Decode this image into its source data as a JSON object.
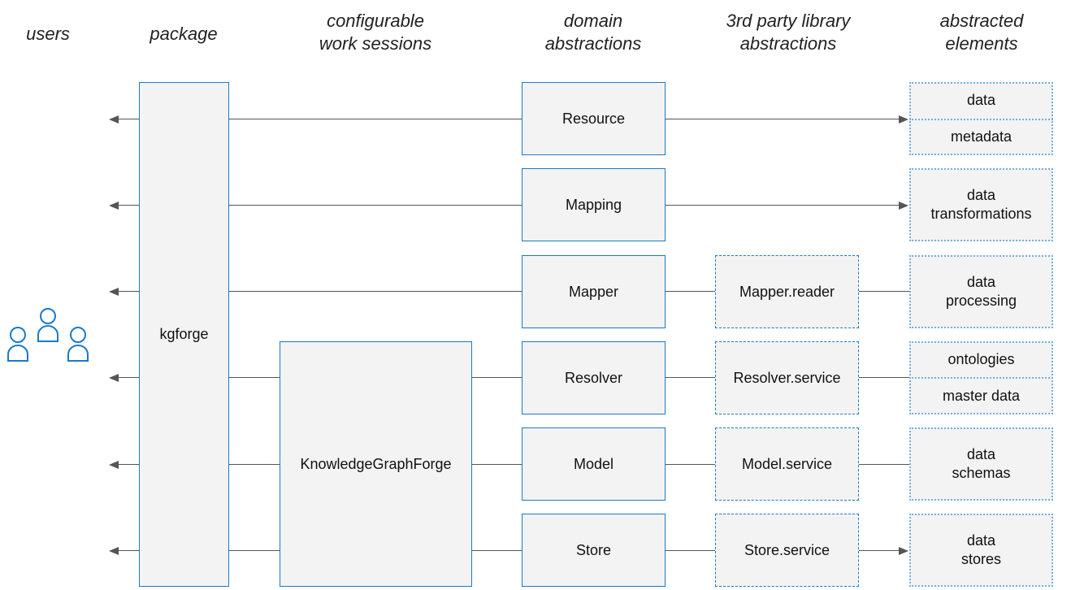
{
  "headers": {
    "users": "users",
    "package": "package",
    "sessions": "configurable\nwork sessions",
    "domain": "domain\nabstractions",
    "library": "3rd party library\nabstractions",
    "elements": "abstracted\nelements"
  },
  "package": {
    "label": "kgforge"
  },
  "session": {
    "label": "KnowledgeGraphForge"
  },
  "domain": {
    "resource": "Resource",
    "mapping": "Mapping",
    "mapper": "Mapper",
    "resolver": "Resolver",
    "model": "Model",
    "store": "Store"
  },
  "library": {
    "mapper_reader": "Mapper.reader",
    "resolver_service": "Resolver.service",
    "model_service": "Model.service",
    "store_service": "Store.service"
  },
  "elements": {
    "data": "data",
    "metadata": "metadata",
    "data_transformations": "data\ntransformations",
    "data_processing": "data\nprocessing",
    "ontologies": "ontologies",
    "master_data": "master data",
    "data_schemas": "data\nschemas",
    "data_stores": "data\nstores"
  },
  "colors": {
    "box_border": "#1a7ac9",
    "dotted_border": "#6fb2e6",
    "box_fill": "#f3f3f3",
    "line": "#555555"
  }
}
